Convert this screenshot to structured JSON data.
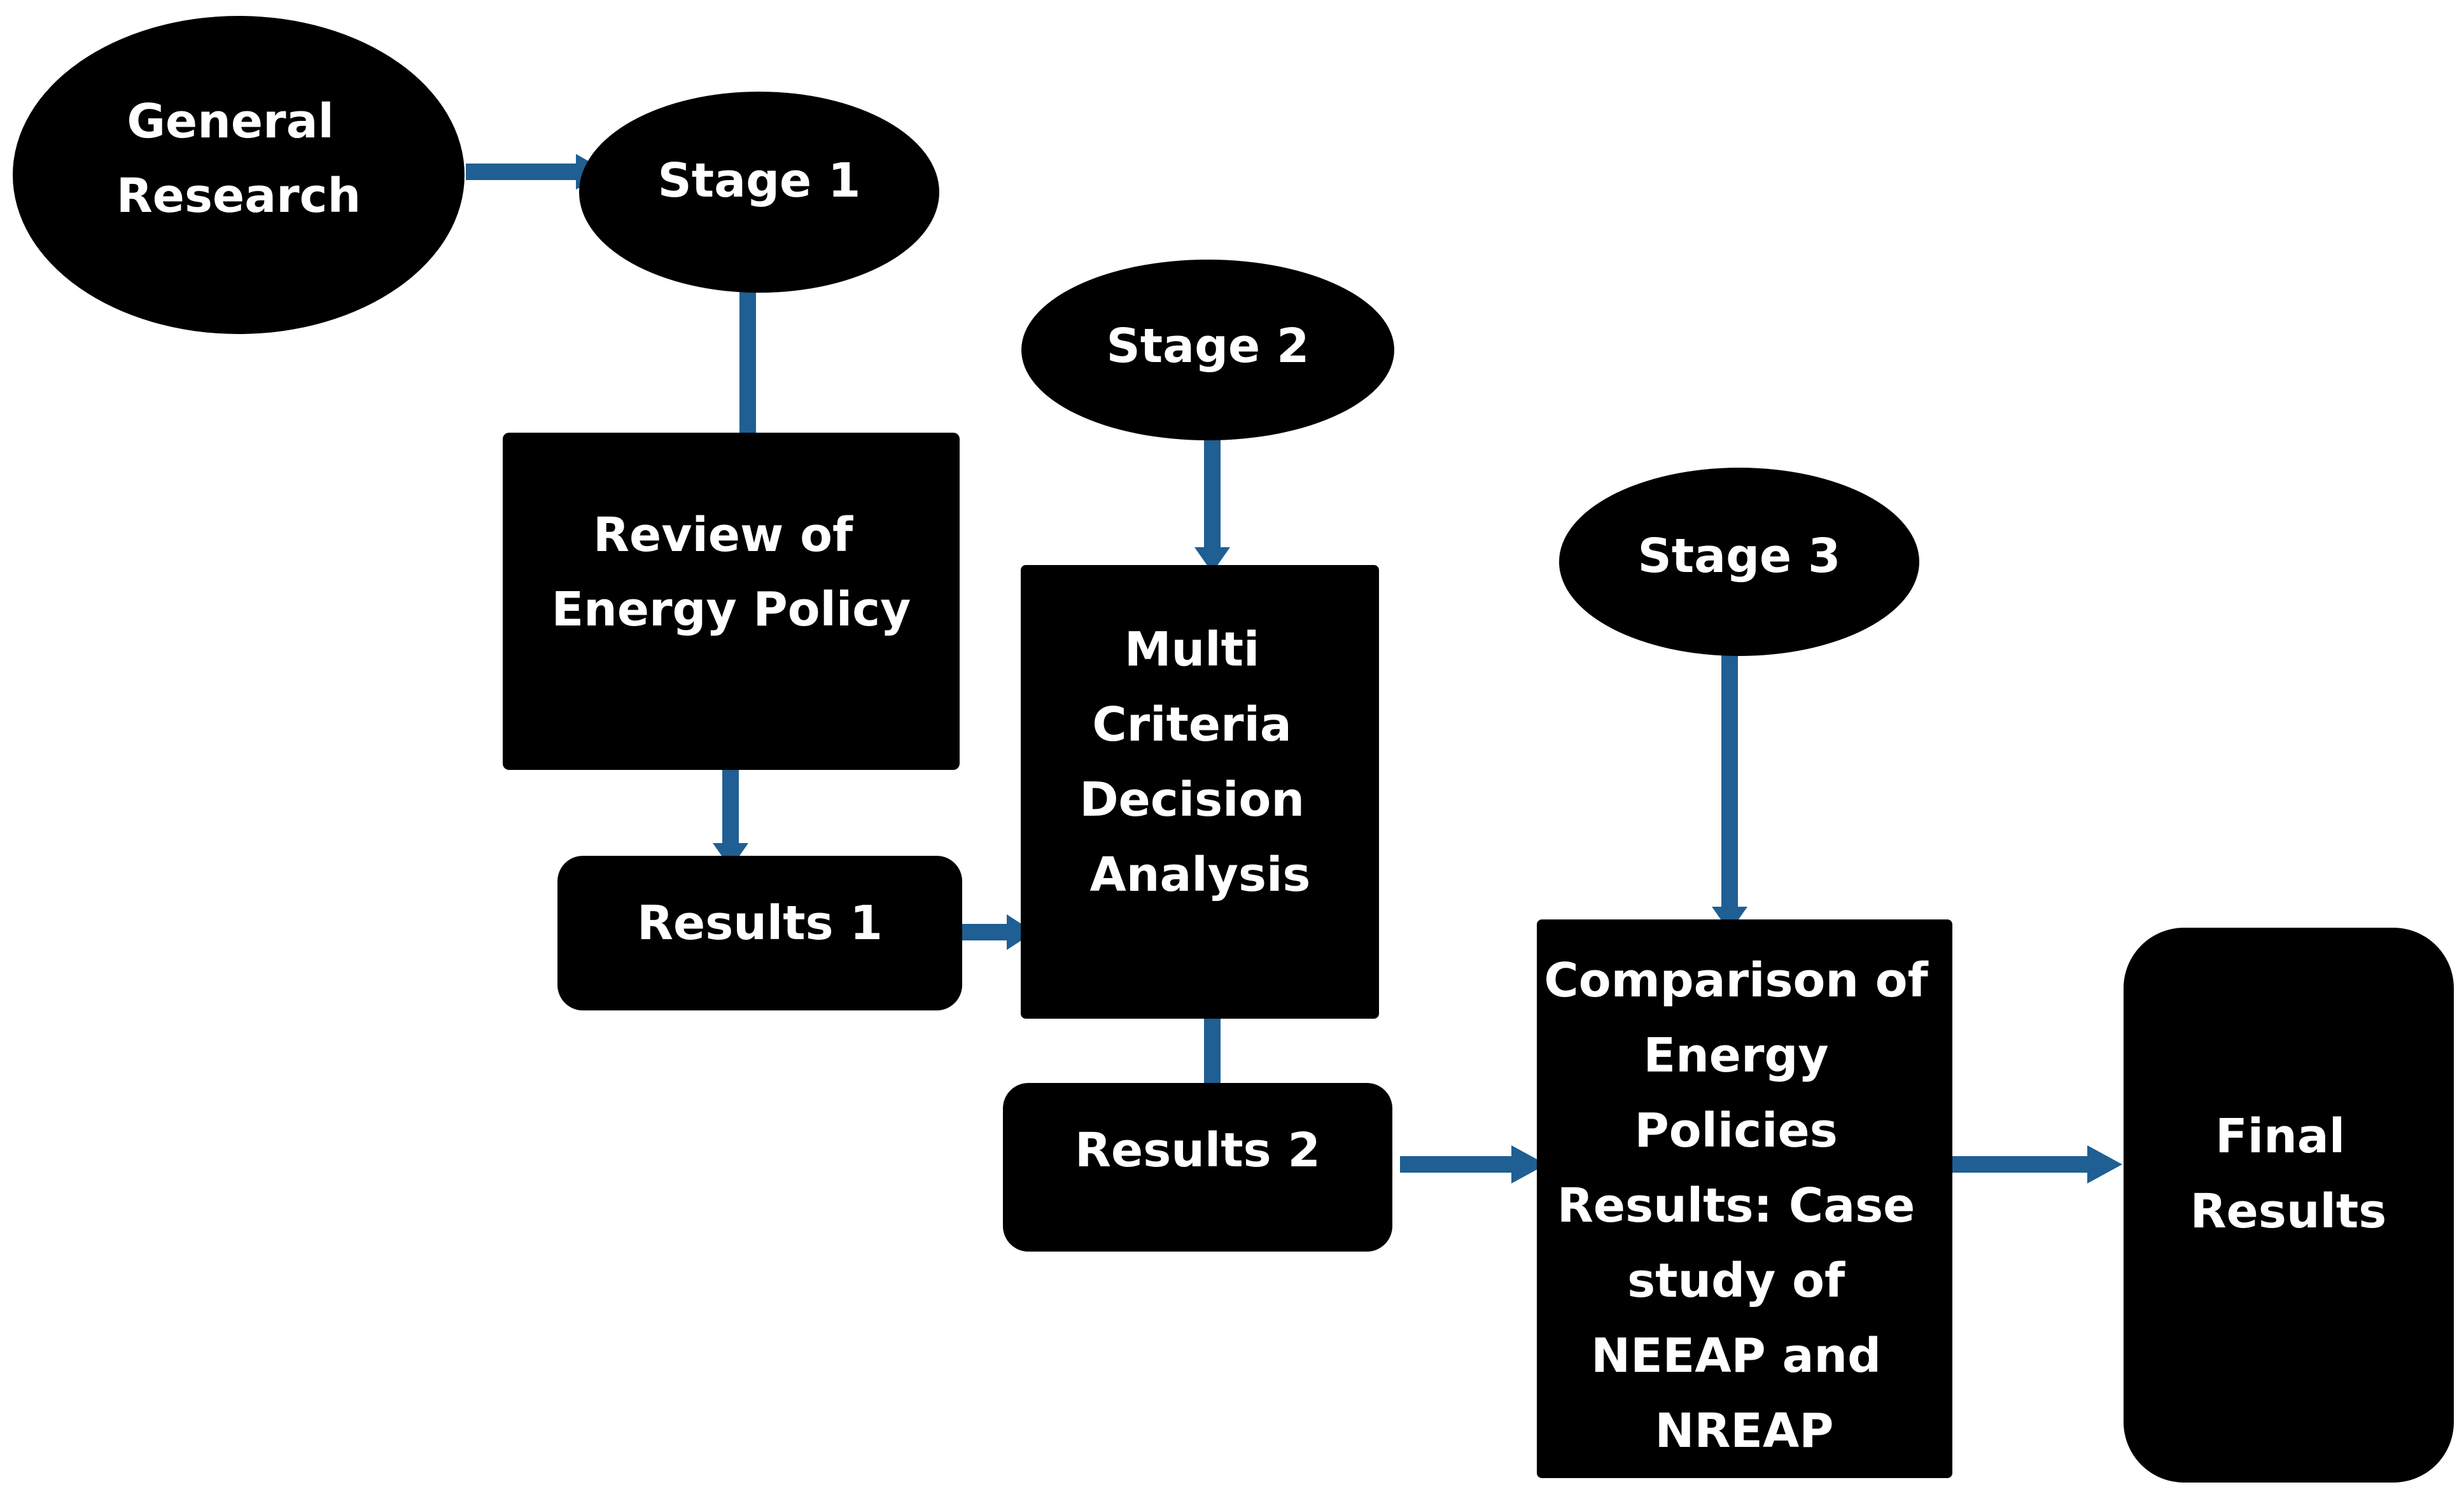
{
  "diagram": {
    "nodes": {
      "general_research": {
        "lines": [
          "General",
          "Research"
        ]
      },
      "stage_1": {
        "lines": [
          "Stage 1"
        ]
      },
      "review_energy_policy": {
        "lines": [
          "Review of",
          "Energy Policy"
        ]
      },
      "results_1": {
        "lines": [
          "Results 1"
        ]
      },
      "stage_2": {
        "lines": [
          "Stage 2"
        ]
      },
      "mcda": {
        "lines": [
          "Multi",
          "Criteria",
          "Decision",
          "Analysis"
        ]
      },
      "results_2": {
        "lines": [
          "Results 2"
        ]
      },
      "stage_3": {
        "lines": [
          "Stage 3"
        ]
      },
      "comparison": {
        "lines": [
          "Comparison of",
          "Energy",
          "Policies",
          "Results: Case",
          "study of",
          "NEEAP and",
          "NREAP"
        ]
      },
      "final_results": {
        "lines": [
          "Final",
          "Results"
        ]
      }
    },
    "edges": [
      {
        "from": "general_research",
        "to": "stage_1"
      },
      {
        "from": "stage_1",
        "to": "review_energy_policy"
      },
      {
        "from": "review_energy_policy",
        "to": "results_1"
      },
      {
        "from": "results_1",
        "to": "mcda"
      },
      {
        "from": "stage_2",
        "to": "mcda"
      },
      {
        "from": "mcda",
        "to": "results_2"
      },
      {
        "from": "results_2",
        "to": "comparison"
      },
      {
        "from": "stage_3",
        "to": "comparison"
      },
      {
        "from": "comparison",
        "to": "final_results"
      }
    ],
    "colors": {
      "node_fill": "#000000",
      "node_text": "#ffffff",
      "arrow": "#1f5f93"
    }
  }
}
